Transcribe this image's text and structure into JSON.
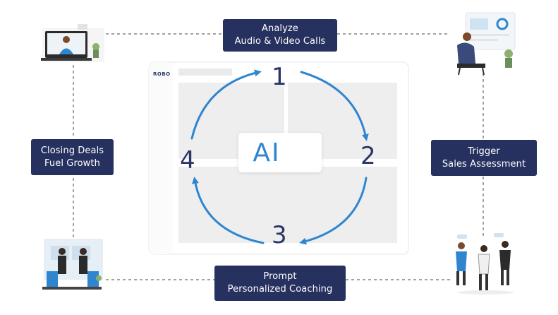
{
  "app_logo": "ROBO",
  "center_label": "AI",
  "steps": [
    "1",
    "2",
    "3",
    "4"
  ],
  "boxes": {
    "analyze": {
      "line1": "Analyze",
      "line2": "Audio & Video Calls"
    },
    "trigger": {
      "line1": "Trigger",
      "line2": "Sales Assessment"
    },
    "prompt": {
      "line1": "Prompt",
      "line2": "Personalized Coaching"
    },
    "closing": {
      "line1": "Closing Deals",
      "line2": "Fuel Growth"
    }
  },
  "colors": {
    "box_bg": "#27315f",
    "arrow": "#2f86cf",
    "accent_blue": "#2f86cf",
    "step_number": "#2a3566"
  },
  "illustrations": [
    "video-call-illustration",
    "analyst-dashboard-illustration",
    "handshake-deal-illustration",
    "team-coaching-illustration"
  ]
}
